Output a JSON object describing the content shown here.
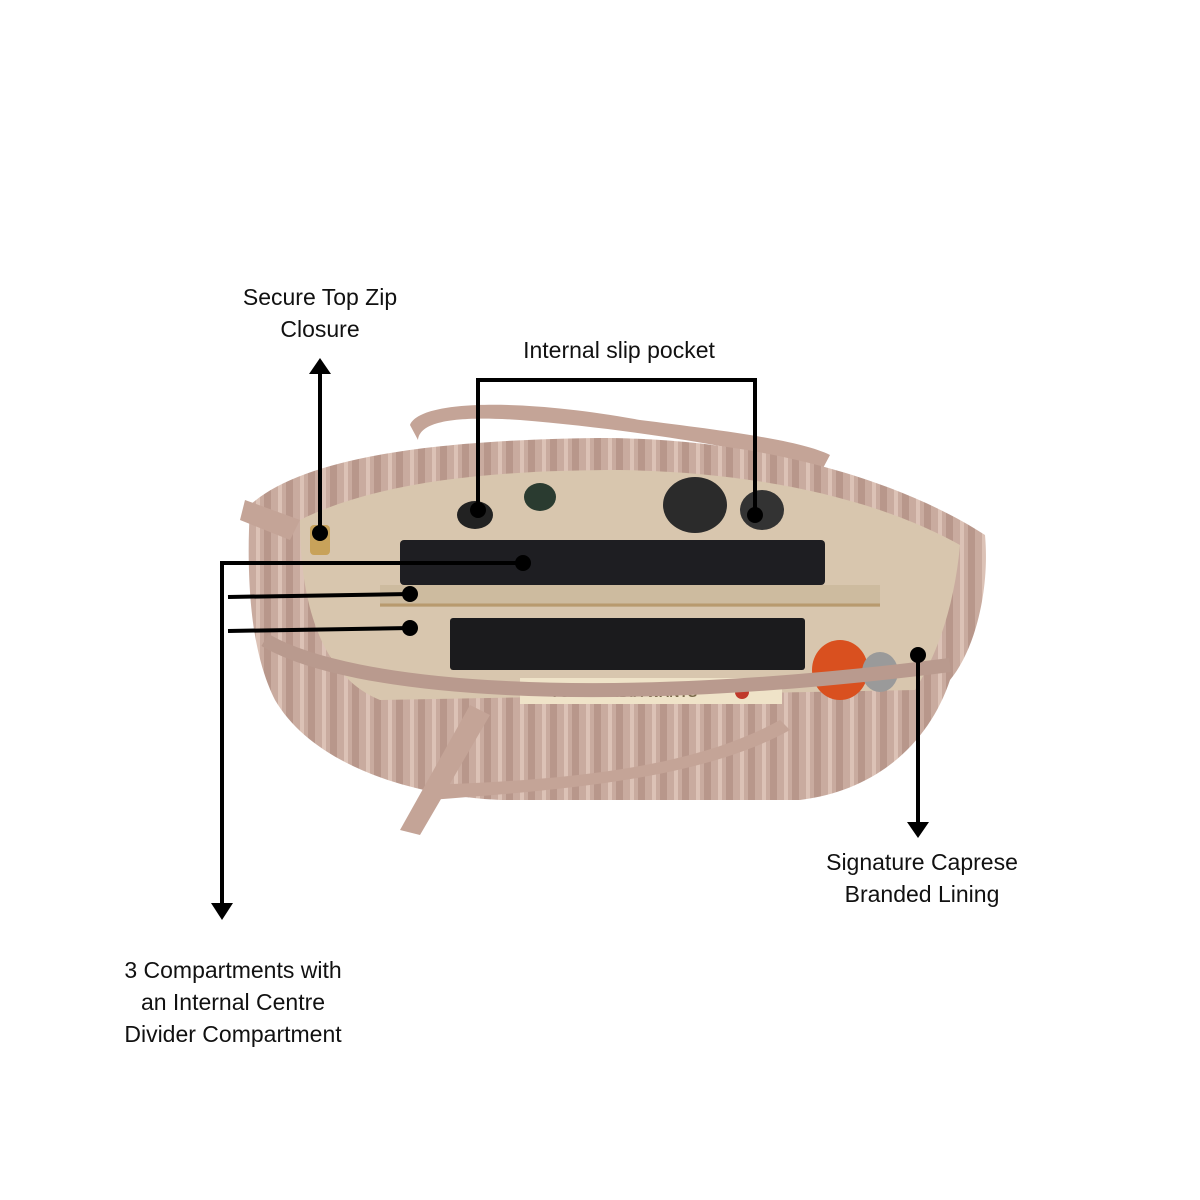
{
  "annotations": {
    "top_zip": {
      "lines": [
        "Secure Top Zip",
        "Closure"
      ]
    },
    "slip_pocket": {
      "lines": [
        "Internal slip pocket"
      ]
    },
    "branded_lining": {
      "lines": [
        "Signature Caprese",
        "Branded Lining"
      ]
    },
    "compartments": {
      "lines": [
        "3 Compartments with",
        "an Internal Centre",
        "Divider Compartment"
      ]
    }
  },
  "photo": {
    "book_text": "YOUNG INDIA WANTS",
    "bag_color": "#c9ab9f",
    "lining_color": "#d8c6ae",
    "line_color": "#000000"
  }
}
